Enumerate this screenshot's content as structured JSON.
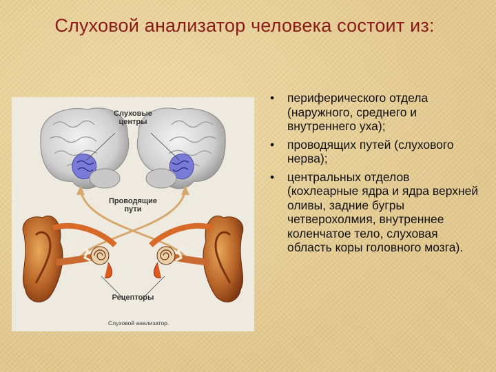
{
  "slide": {
    "title": "Слуховой анализатор человека состоит из:"
  },
  "figure": {
    "label_centers": "Слуховые центры",
    "label_pathways": "Проводящие пути",
    "label_receptors": "Рецепторы",
    "caption": "Слуховой анализатор."
  },
  "bullets": [
    {
      "marker": "•",
      "text": "периферического отдела (наружного, среднего и внутреннего уха);"
    },
    {
      "marker": "•",
      "text": "проводящих путей (слухового нерва);"
    },
    {
      "marker": "•",
      "text": "центральных отделов (кохлеарные ядра и ядра верхней оливы, задние бугры четверохолмия, внутреннее коленчатое тело, слуховая область коры головного мозга)."
    }
  ]
}
